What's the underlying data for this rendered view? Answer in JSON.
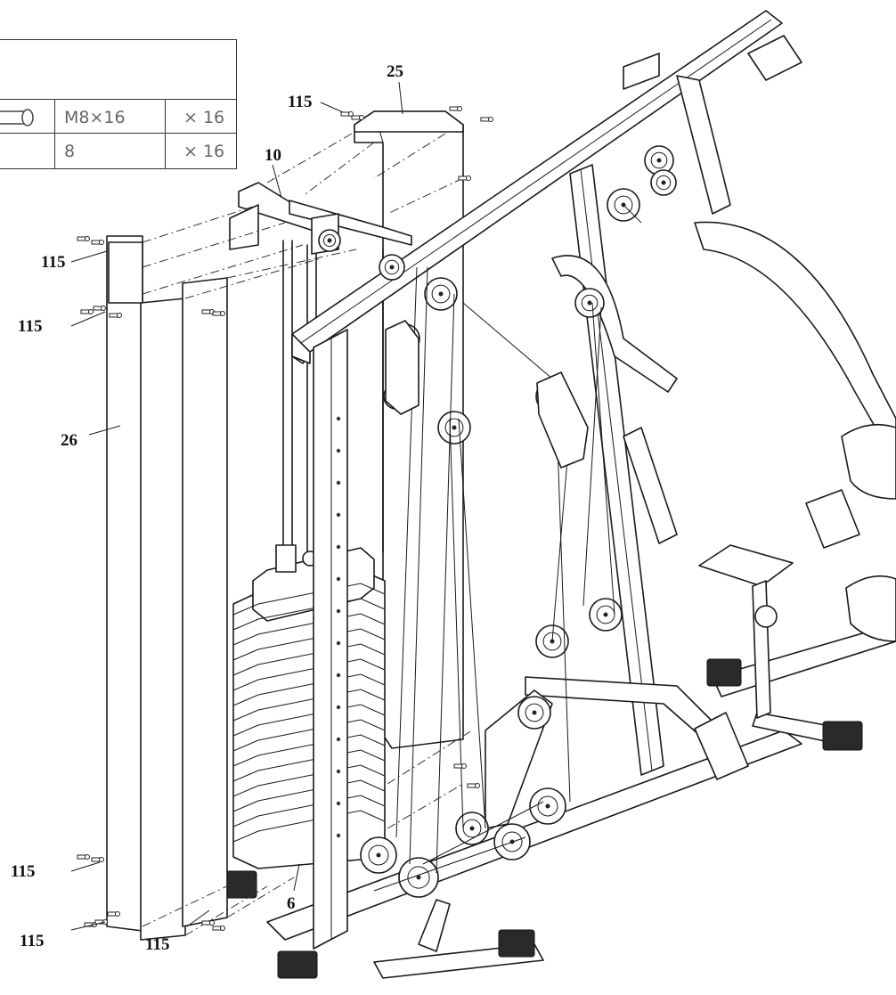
{
  "hardware_table": {
    "rows": [
      {
        "icon": "bolt-icon",
        "spec": "M8×16",
        "qty": "× 16"
      },
      {
        "icon": "washer-icon",
        "spec": "8",
        "qty": "× 16"
      }
    ]
  },
  "callouts": {
    "c25": "25",
    "c10": "10",
    "c26": "26",
    "c6": "6",
    "c115_top": "115",
    "c115_left1": "115",
    "c115_left2": "115",
    "c115_bottom1": "115",
    "c115_bottom2": "115",
    "c115_bottom3": "115"
  }
}
